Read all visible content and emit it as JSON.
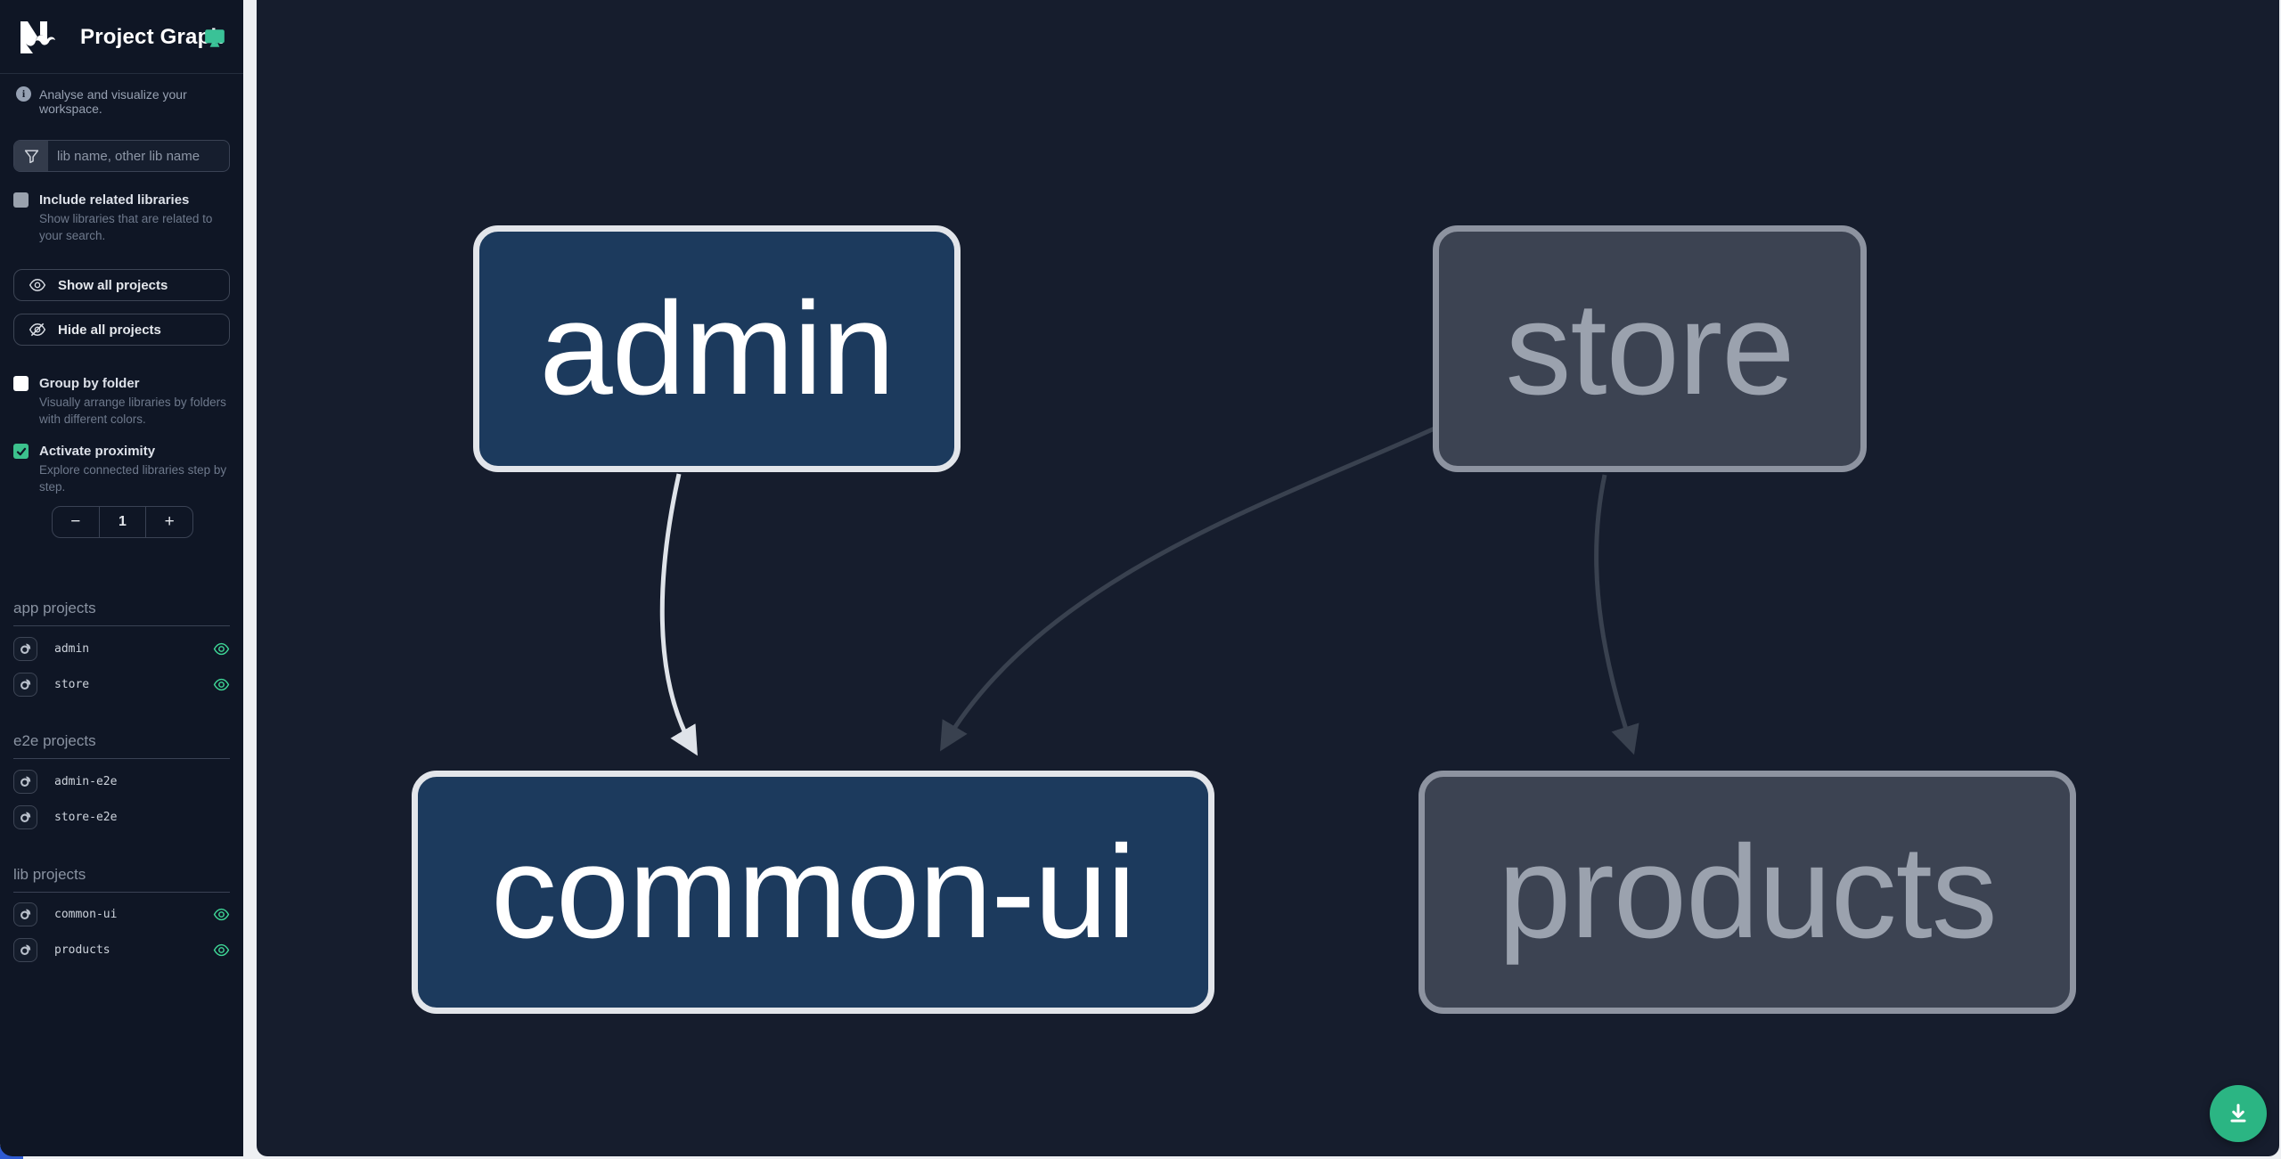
{
  "app": {
    "title": "Project Graph"
  },
  "sidebar": {
    "tagline": "Analyse and visualize your workspace.",
    "filter_placeholder": "lib name, other lib name",
    "include_related": {
      "label": "Include related libraries",
      "description": "Show libraries that are related to your search.",
      "checked": false
    },
    "show_all_label": "Show all projects",
    "hide_all_label": "Hide all projects",
    "group_by_folder": {
      "label": "Group by folder",
      "description": "Visually arrange libraries by folders with different colors.",
      "checked": false
    },
    "activate_proximity": {
      "label": "Activate proximity",
      "description": "Explore connected libraries step by step.",
      "checked": true
    },
    "proximity_stepper": {
      "decrement": "−",
      "value": "1",
      "increment": "+"
    },
    "sections": [
      {
        "title": "app projects",
        "items": [
          {
            "name": "admin",
            "visible": true
          },
          {
            "name": "store",
            "visible": true
          }
        ]
      },
      {
        "title": "e2e projects",
        "items": [
          {
            "name": "admin-e2e",
            "visible": false
          },
          {
            "name": "store-e2e",
            "visible": false
          }
        ]
      },
      {
        "title": "lib projects",
        "items": [
          {
            "name": "common-ui",
            "visible": true
          },
          {
            "name": "products",
            "visible": true
          }
        ]
      }
    ]
  },
  "graph": {
    "nodes": [
      {
        "label": "admin",
        "state": "highlighted"
      },
      {
        "label": "store",
        "state": "muted"
      },
      {
        "label": "common-ui",
        "state": "highlighted"
      },
      {
        "label": "products",
        "state": "muted"
      }
    ],
    "edges": [
      {
        "from": "admin",
        "to": "common-ui",
        "state": "highlighted"
      },
      {
        "from": "store",
        "to": "common-ui",
        "state": "muted"
      },
      {
        "from": "store",
        "to": "products",
        "state": "muted"
      }
    ]
  },
  "fab": {
    "icon": "download"
  },
  "colors": {
    "sidebar_bg": "#0f1625",
    "canvas_bg": "#161d2d",
    "accent_teal": "#2bb583",
    "eye_green": "#3fd797",
    "node_focused_bg": "#1c3a5d",
    "node_focused_border": "#e2e5ea",
    "node_muted_bg": "#3c4352",
    "node_muted_border": "#8d93a0",
    "edge_highlight": "#dfe3e9",
    "edge_muted": "#39414f",
    "corner_blue": "#2e5ad1"
  }
}
